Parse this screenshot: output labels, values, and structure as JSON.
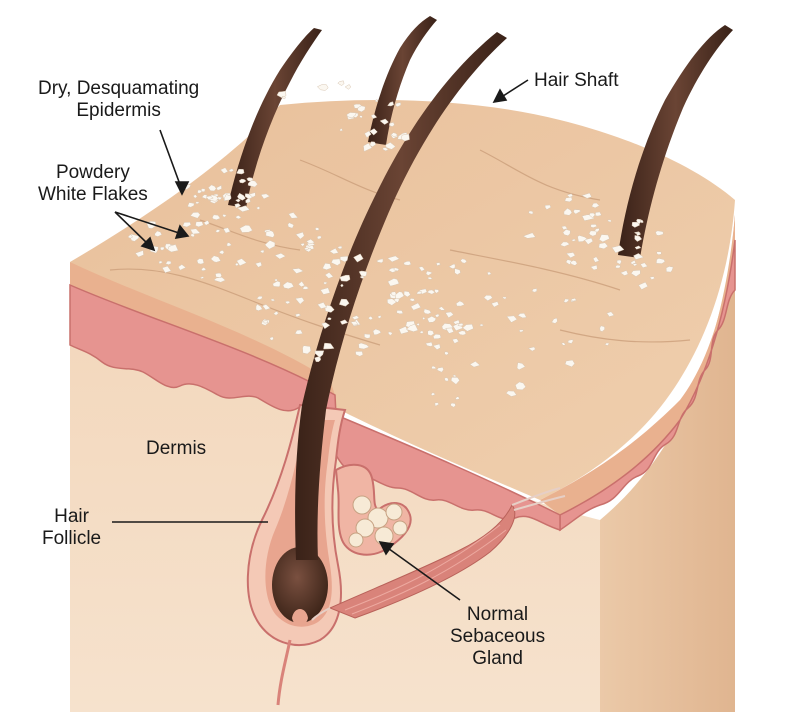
{
  "labels": {
    "epidermis": {
      "line1": "Dry, Desquamating",
      "line2": "Epidermis"
    },
    "flakes": {
      "line1": "Powdery",
      "line2": "White Flakes"
    },
    "hair_shaft": "Hair Shaft",
    "dermis": "Dermis",
    "follicle": {
      "line1": "Hair",
      "line2": "Follicle"
    },
    "gland": {
      "line1": "Normal",
      "line2": "Sebaceous",
      "line3": "Gland"
    }
  },
  "colors": {
    "skin_top": "#ecc6a2",
    "skin_front": "#f3d9bf",
    "skin_side": "#e6c09c",
    "epidermis_band": "#e79a95",
    "dermis": "#f4dcc3",
    "hair": "#4a2d20",
    "flake": "#fbf7f0",
    "muscle": "#d9837a",
    "gland": "#f6e6cf"
  }
}
